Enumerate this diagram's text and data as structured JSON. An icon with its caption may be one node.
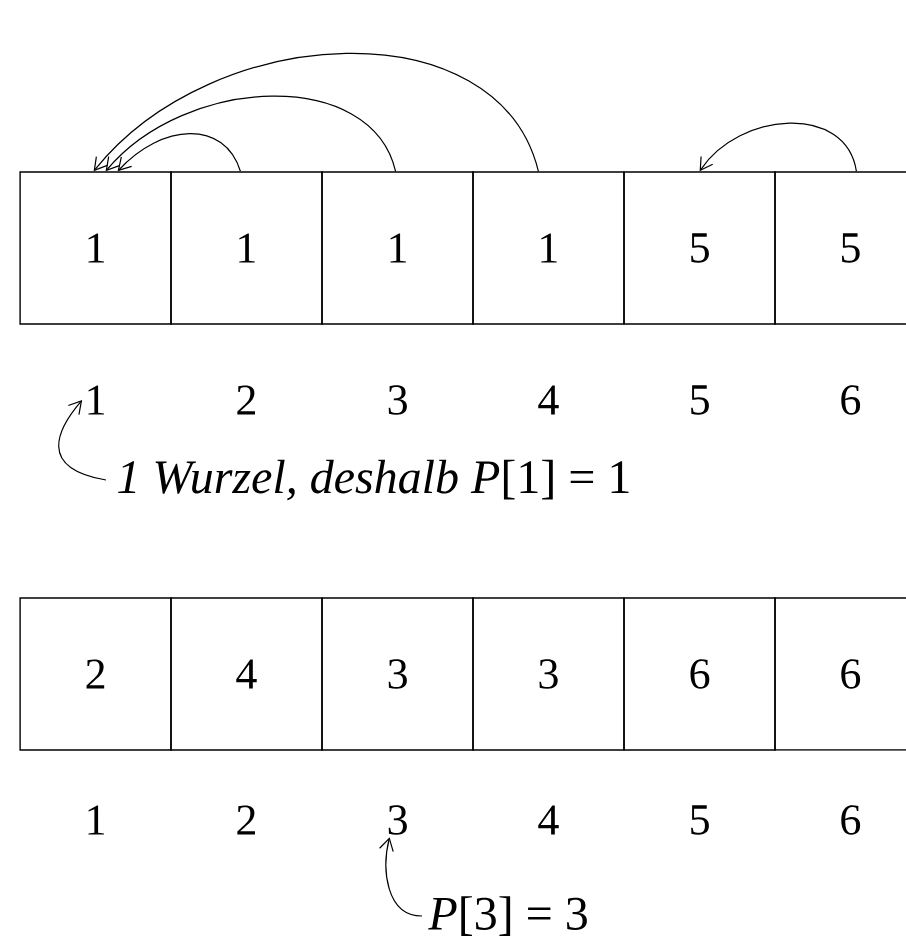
{
  "diagram": {
    "nodes": [
      {
        "text": [
          "1"
        ]
      },
      {
        "text": [
          "1"
        ]
      },
      {
        "text": [
          "1"
        ]
      },
      {
        "text": [
          "1"
        ]
      },
      {
        "text": [
          "5"
        ]
      },
      {
        "text": [
          "5"
        ]
      },
      {
        "text": [
          "1"
        ]
      },
      {
        "text": [
          "2"
        ]
      },
      {
        "text": [
          "3"
        ]
      },
      {
        "text": [
          "4"
        ]
      },
      {
        "text": [
          "5"
        ]
      },
      {
        "text": [
          "6"
        ]
      },
      {
        "text": [
          "*1 Wurzel, deshalb P*[1] = 1"
        ]
      },
      {
        "text": [
          "2"
        ]
      },
      {
        "text": [
          "4"
        ]
      },
      {
        "text": [
          "3"
        ]
      },
      {
        "text": [
          "3"
        ]
      },
      {
        "text": [
          "6"
        ]
      },
      {
        "text": [
          "6"
        ]
      },
      {
        "text": [
          "1"
        ]
      },
      {
        "text": [
          "2"
        ]
      },
      {
        "text": [
          "3"
        ]
      },
      {
        "text": [
          "4"
        ]
      },
      {
        "text": [
          "5"
        ]
      },
      {
        "text": [
          "6"
        ]
      },
      {
        "text": [
          "*P*[3] = 3"
        ]
      }
    ],
    "edges": [
      {
        "from": 1,
        "to": 0,
        "arrow": "to"
      },
      {
        "from": 2,
        "to": 0,
        "arrow": "to"
      },
      {
        "from": 3,
        "to": 0,
        "arrow": "to"
      },
      {
        "from": 5,
        "to": 4,
        "arrow": "to"
      },
      {
        "from": 12,
        "to": 6,
        "arrow": "to"
      },
      {
        "from": 25,
        "to": 21,
        "arrow": "to"
      }
    ]
  }
}
